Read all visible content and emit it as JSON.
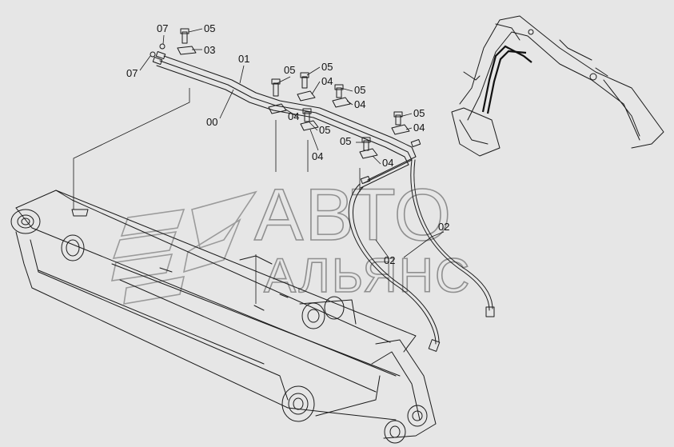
{
  "diagram": {
    "labels": [
      {
        "id": "l07a",
        "text": "07"
      },
      {
        "id": "l07b",
        "text": "07"
      },
      {
        "id": "l05a",
        "text": "05"
      },
      {
        "id": "l03",
        "text": "03"
      },
      {
        "id": "l01",
        "text": "01"
      },
      {
        "id": "l00",
        "text": "00"
      },
      {
        "id": "l05b",
        "text": "05"
      },
      {
        "id": "l05c",
        "text": "05"
      },
      {
        "id": "l04a",
        "text": "04"
      },
      {
        "id": "l05d",
        "text": "05"
      },
      {
        "id": "l04b",
        "text": "04"
      },
      {
        "id": "l04c",
        "text": "04"
      },
      {
        "id": "l05e",
        "text": "05"
      },
      {
        "id": "l05f",
        "text": "05"
      },
      {
        "id": "l04d",
        "text": "04"
      },
      {
        "id": "l05g",
        "text": "05"
      },
      {
        "id": "l04e",
        "text": "04"
      },
      {
        "id": "l04f",
        "text": "04"
      },
      {
        "id": "l02a",
        "text": "02"
      },
      {
        "id": "l02b",
        "text": "02"
      }
    ]
  },
  "watermark": {
    "line1": "АВТО",
    "line2": "АЛЬЯНС"
  }
}
